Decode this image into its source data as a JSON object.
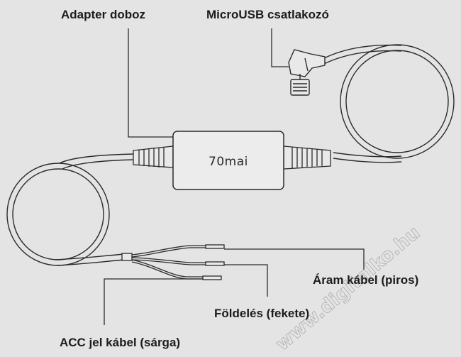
{
  "labels": {
    "adapter_box": "Adapter doboz",
    "microusb_connector": "MicroUSB csatlakozó",
    "power_cable": "Áram kábel (piros)",
    "ground": "Földelés (fekete)",
    "acc_signal_cable": "ACC jel kábel (sárga)"
  },
  "adapter_brand": "70mai",
  "watermark": "www.digitalko.hu",
  "colors": {
    "background": "#e4e4e4",
    "cable": "#2b2b2b",
    "text": "#1c1c1c"
  }
}
